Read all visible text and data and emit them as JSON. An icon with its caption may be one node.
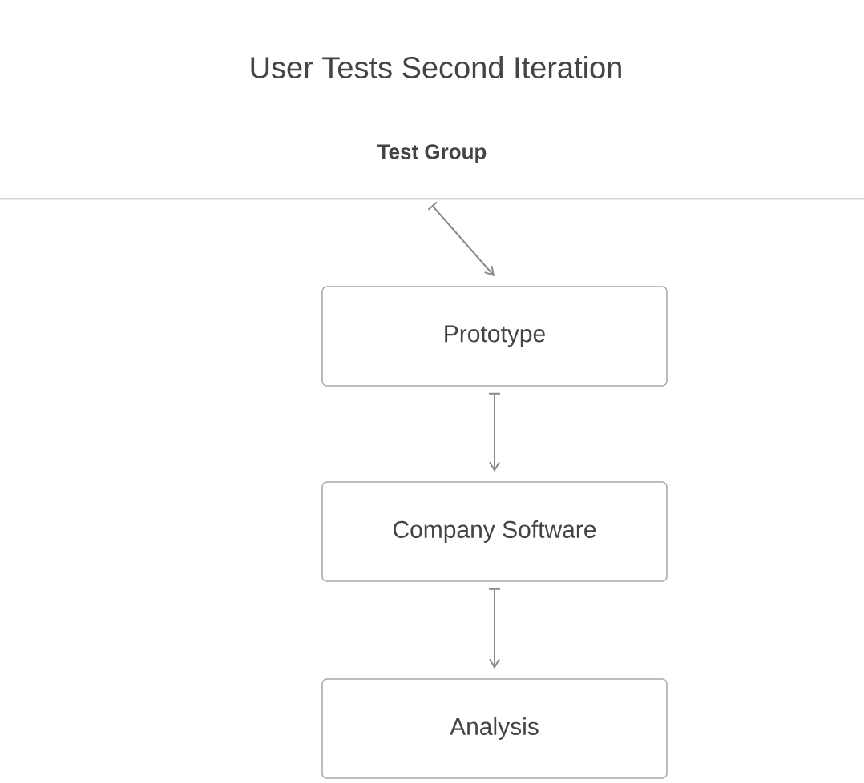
{
  "diagram": {
    "title": "User Tests Second  Iteration",
    "nodes": [
      {
        "text": [
          "Test Group"
        ]
      },
      {
        "text": [
          "Prototype"
        ]
      },
      {
        "text": [
          "Company Software"
        ]
      },
      {
        "text": [
          "Analysis"
        ]
      }
    ],
    "edges": [
      {
        "from": 0,
        "to": 1,
        "arrow": "to"
      },
      {
        "from": 1,
        "to": 2,
        "arrow": "to"
      },
      {
        "from": 2,
        "to": 3,
        "arrow": "to"
      }
    ]
  }
}
